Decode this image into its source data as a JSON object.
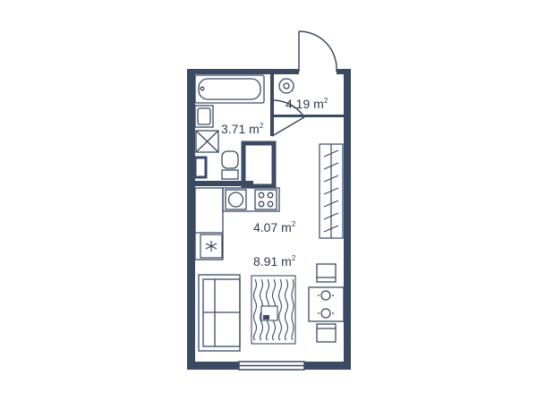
{
  "colors": {
    "wall": "#3a4a63",
    "line": "#3a4a63",
    "floor": "#ffffff",
    "text": "#2e3a4f"
  },
  "rooms": [
    {
      "id": "hall",
      "value": "4.19 m",
      "sup": "2"
    },
    {
      "id": "bathroom",
      "value": "3.71 m",
      "sup": "2"
    },
    {
      "id": "kitchen",
      "value": "4.07 m",
      "sup": "2"
    },
    {
      "id": "living",
      "value": "8.91 m",
      "sup": "2"
    }
  ],
  "icons": [
    "bathtub-icon",
    "sink-icon",
    "washing-machine-icon",
    "toilet-icon",
    "stove-icon",
    "kitchen-sink-icon",
    "fridge-snowflake-icon",
    "wardrobe-icon",
    "sofa-icon",
    "rug-icon",
    "dining-table-icon",
    "chair-icon",
    "boiler-icon",
    "window-icon",
    "entry-door-icon"
  ]
}
